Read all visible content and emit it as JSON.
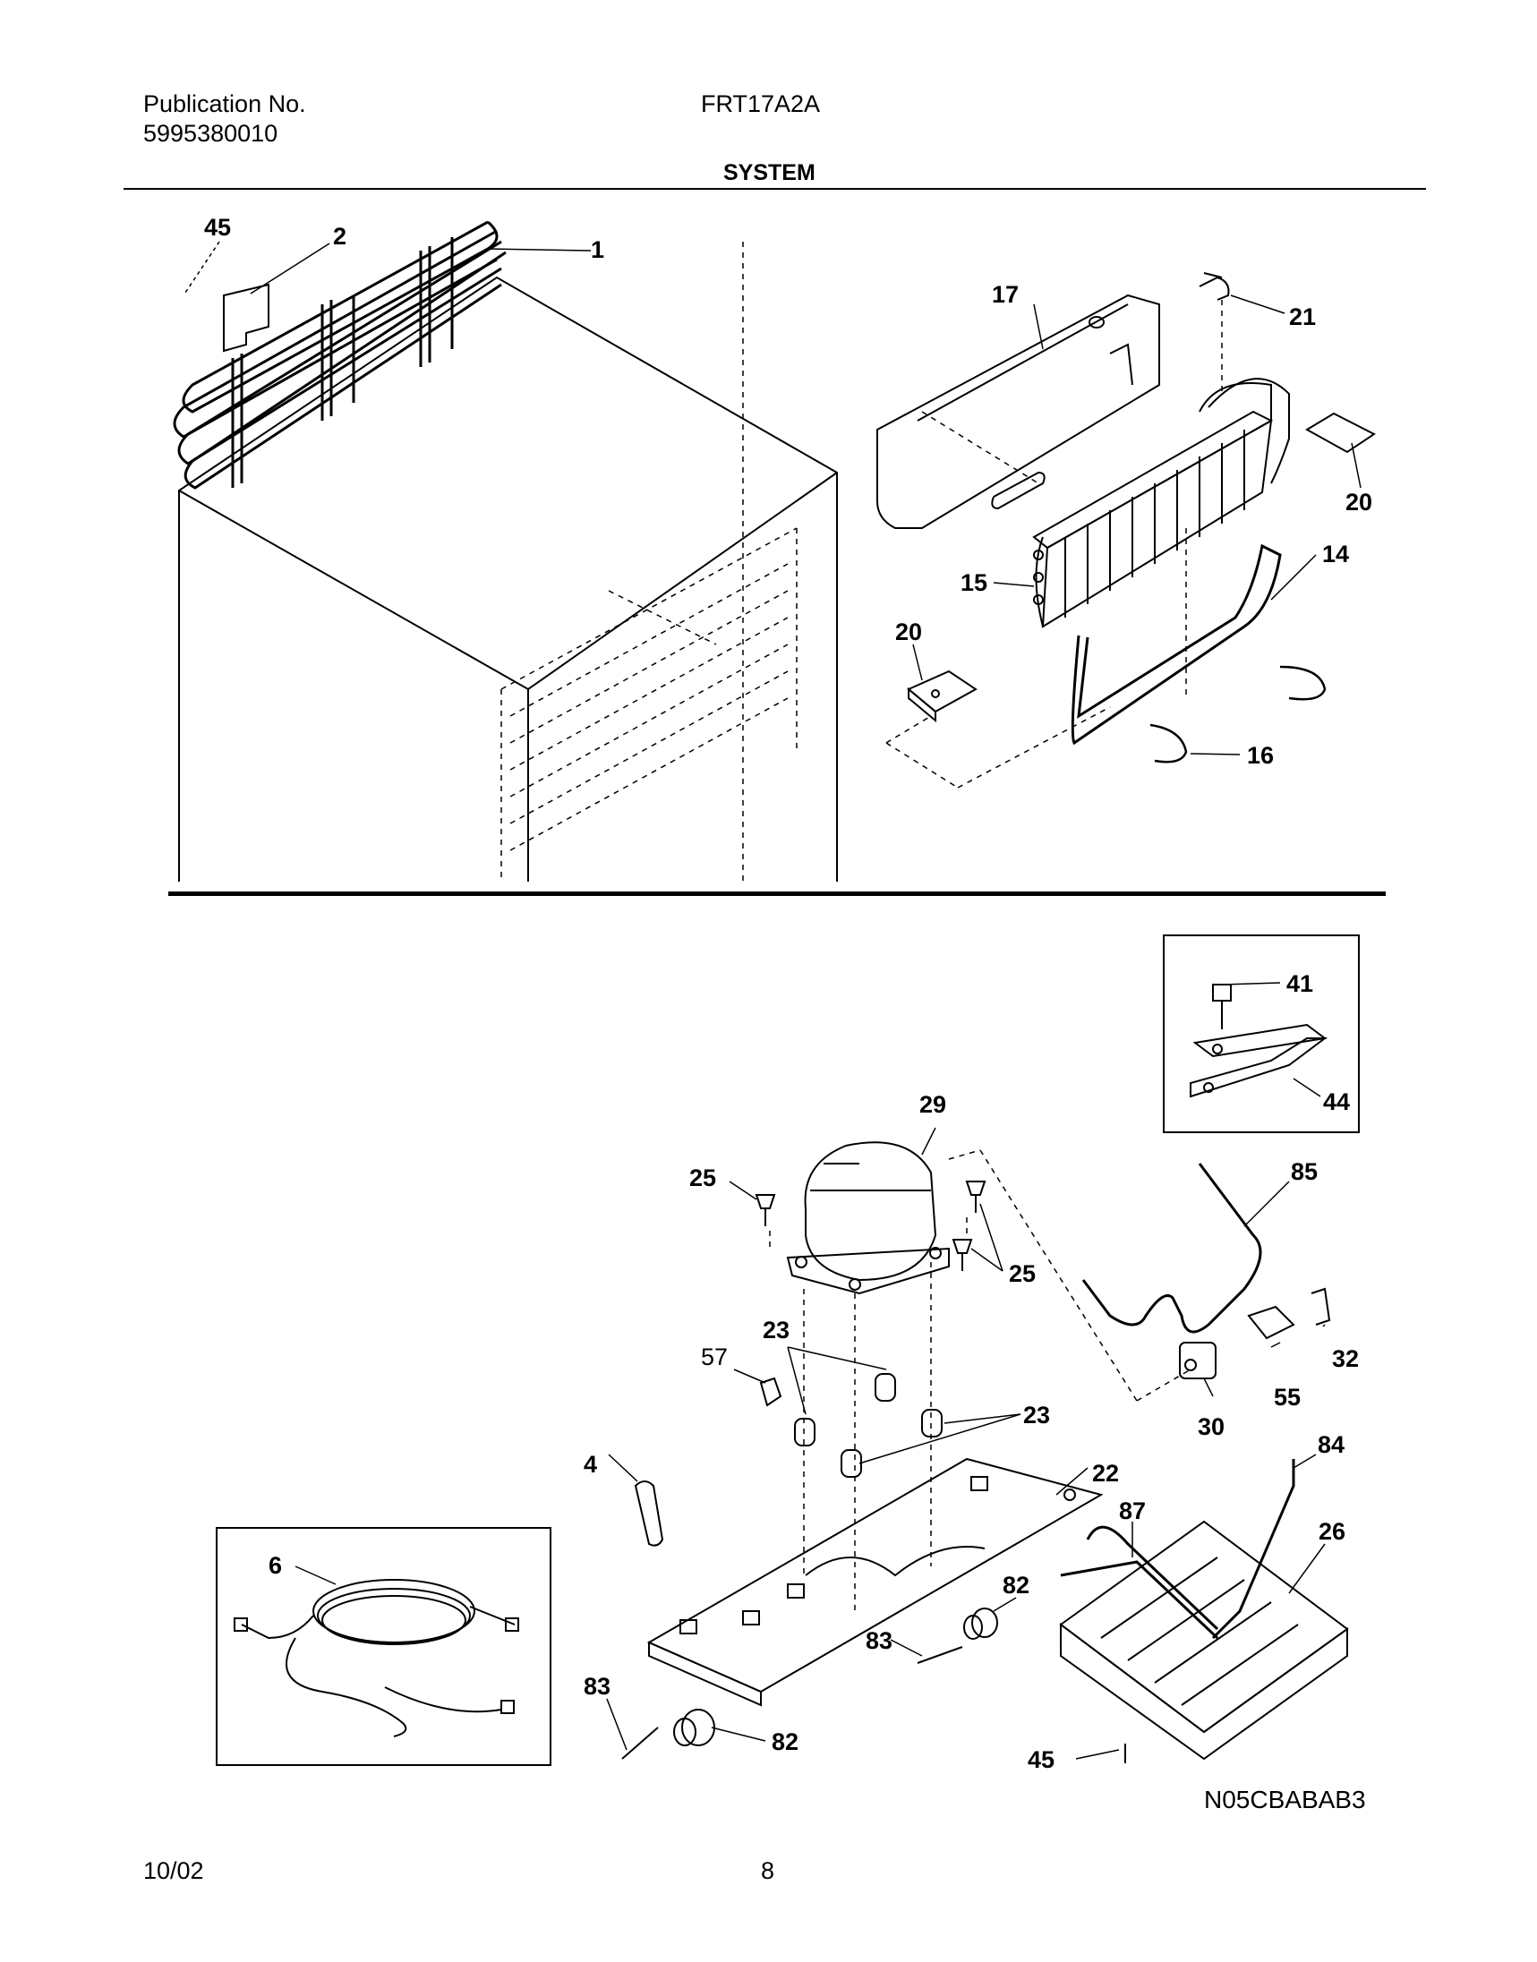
{
  "header": {
    "publication_label": "Publication No.",
    "publication_number": "5995380010",
    "model": "FRT17A2A",
    "section_title": "SYSTEM"
  },
  "labels": {
    "p45_top": "45",
    "p2": "2",
    "p1": "1",
    "p17": "17",
    "p21": "21",
    "p20_right": "20",
    "p14": "14",
    "p15": "15",
    "p20_left": "20",
    "p16": "16",
    "p41": "41",
    "p44": "44",
    "p29": "29",
    "p25_left": "25",
    "p25_right": "25",
    "p85": "85",
    "p23_top": "23",
    "p57": "57",
    "p23_right": "23",
    "p32": "32",
    "p55": "55",
    "p30": "30",
    "p22": "22",
    "p84": "84",
    "p4": "4",
    "p87": "87",
    "p26": "26",
    "p6": "6",
    "p82_right": "82",
    "p83_right": "83",
    "p83_left": "83",
    "p82_left": "82",
    "p45_bottom": "45"
  },
  "diagram_code": "N05CBABAB3",
  "footer": {
    "date": "10/02",
    "page_number": "8"
  }
}
